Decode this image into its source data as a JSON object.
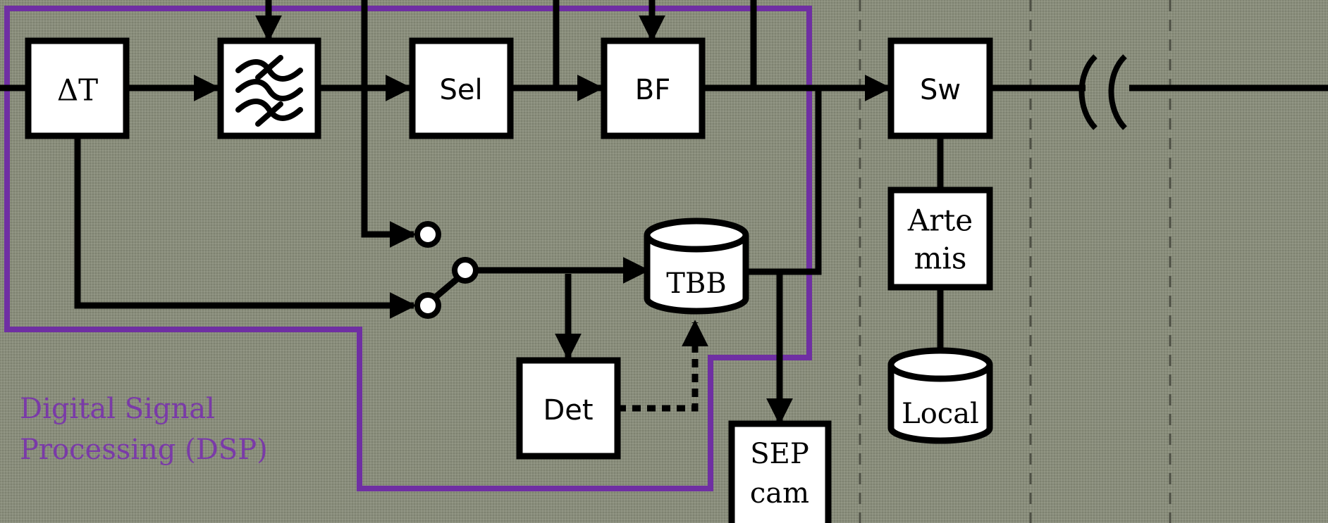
{
  "colors": {
    "background": "#898d7b",
    "dsp_boundary": "#6f2fa3",
    "line": "#000000",
    "box_fill": "#ffffff"
  },
  "blocks": {
    "delta_t": "ΔT",
    "filter_icon": "filter-icon",
    "sel": "Sel",
    "bf": "BF",
    "sw": "Sw",
    "artemis_line1": "Arte",
    "artemis_line2": "mis",
    "tbb": "TBB",
    "det": "Det",
    "local": "Local",
    "sep_line1": "SEP",
    "sep_line2": "cam"
  },
  "dsp_label": {
    "line1": "Digital Signal",
    "line2": "Processing (DSP)"
  }
}
